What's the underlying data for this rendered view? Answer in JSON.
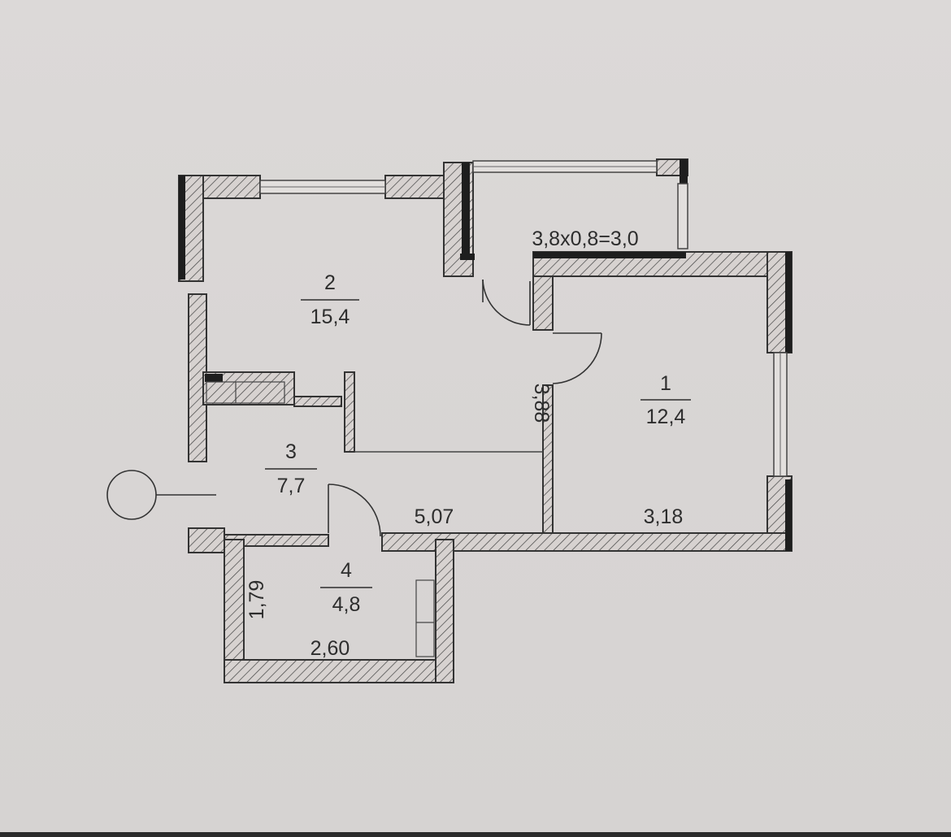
{
  "colors": {
    "paper": "#d9d6d5",
    "ink": "#2d2d2d",
    "wall_fill": "#cfcac8",
    "wall_dark": "#1e1e1e"
  },
  "rooms": [
    {
      "number": "1",
      "area": "12,4"
    },
    {
      "number": "2",
      "area": "15,4"
    },
    {
      "number": "3",
      "area": "7,7"
    },
    {
      "number": "4",
      "area": "4,8"
    }
  ],
  "balcony": {
    "label": "3,8x0,8=3,0"
  },
  "dimensions": {
    "corridor_height": "3,88",
    "corridor_length": "5,07",
    "room1_width": "3,18",
    "bathroom_height": "1,79",
    "bathroom_width": "2,60"
  }
}
